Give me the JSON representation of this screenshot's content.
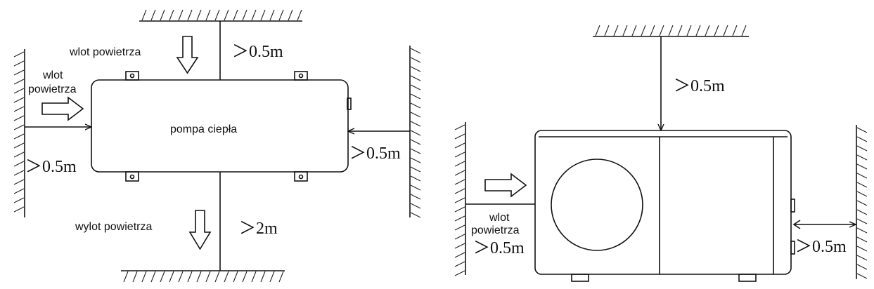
{
  "top_view": {
    "unit_label": "pompa ciepła",
    "top_inlet": "wlot powietrza",
    "left_inlet_line1": "wlot",
    "left_inlet_line2": "powietrza",
    "outlet": "wylot powietrza",
    "top_clearance": "＞0.5m",
    "left_clearance": "＞0.5m",
    "right_clearance": "＞0.5m",
    "bottom_clearance": "＞2m"
  },
  "front_view": {
    "top_clearance": "＞0.5m",
    "inlet_line1": "wlot",
    "inlet_line2": "powietrza",
    "left_clearance": "＞0.5m",
    "right_clearance": "＞0.5m"
  }
}
